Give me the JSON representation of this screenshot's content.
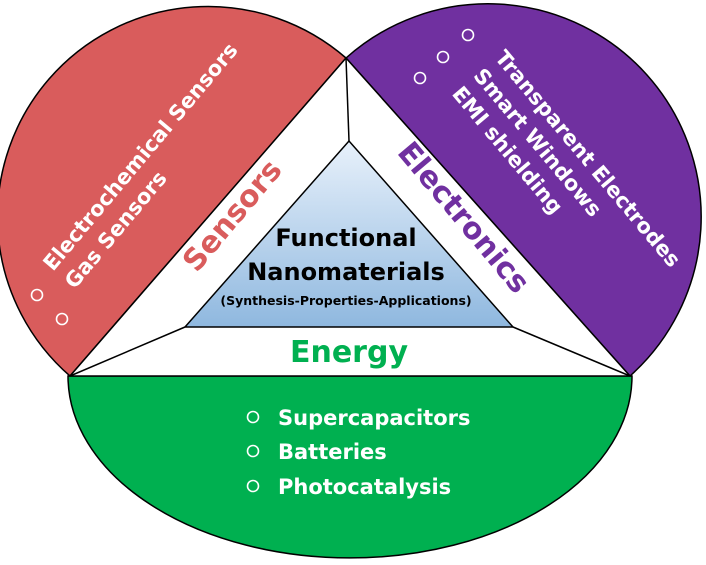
{
  "center": {
    "title_line1": "Functional",
    "title_line2": "Nanomaterials",
    "subtitle": "(Synthesis-Properties-Applications)"
  },
  "sensors": {
    "label": "Sensors",
    "items": [
      "Electrochemical Sensors",
      "Gas Sensors"
    ]
  },
  "electronics": {
    "label": "Electronics",
    "items": [
      "Transparent Electrodes",
      "Smart Windows",
      "EMI shielding"
    ]
  },
  "energy": {
    "label": "Energy",
    "items": [
      "Supercapacitors",
      "Batteries",
      "Photocatalysis"
    ]
  },
  "colors": {
    "sensors": "#d95c5c",
    "electronics": "#7030a0",
    "energy": "#00b050",
    "center_fill": "#9dc3e6",
    "outline": "#000000"
  }
}
